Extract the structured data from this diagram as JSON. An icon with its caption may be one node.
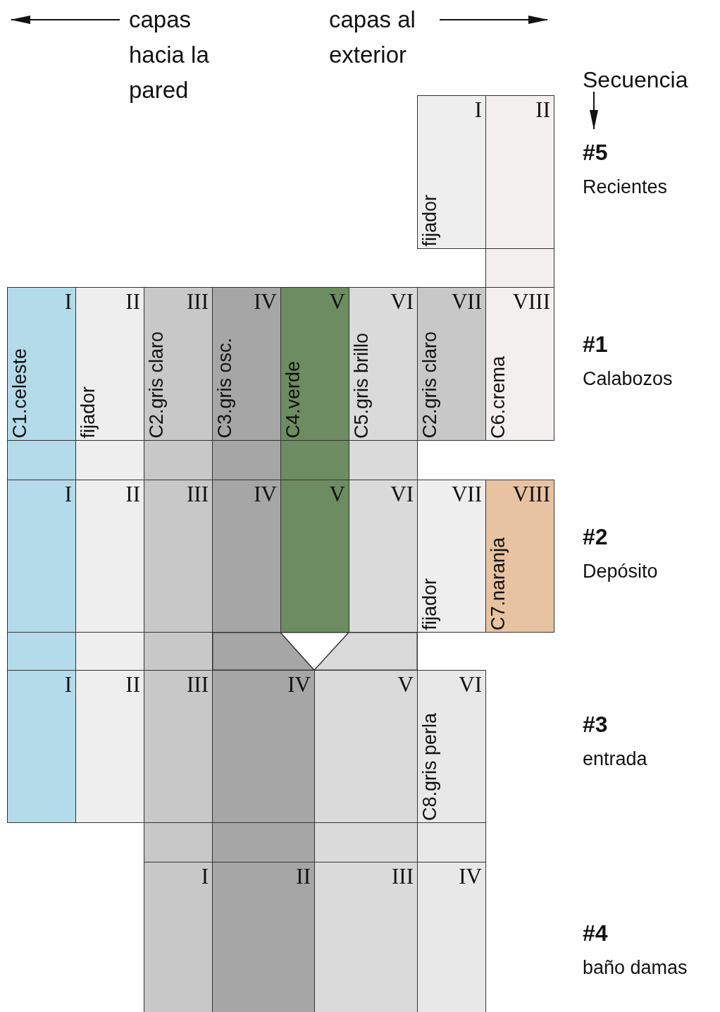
{
  "diagram": {
    "nodes": [
      {
        "text": [
          "I",
          "fijador"
        ]
      },
      {
        "text": [
          "II"
        ]
      },
      {
        "text": [],
        "shape": "box"
      },
      {
        "text": [
          "I",
          "C1.celeste"
        ]
      },
      {
        "text": [
          "II",
          "fijador"
        ]
      },
      {
        "text": [
          "III",
          "C2.gris claro"
        ]
      },
      {
        "text": [
          "IV",
          "C3.gris osc."
        ]
      },
      {
        "text": [
          "V",
          "C4.verde"
        ]
      },
      {
        "text": [
          "VI",
          "C5.gris brillo"
        ]
      },
      {
        "text": [
          "VII",
          "C2.gris claro"
        ]
      },
      {
        "text": [
          "VIII",
          "C6.crema"
        ]
      },
      {
        "text": [],
        "shape": "box"
      },
      {
        "text": [],
        "shape": "box"
      },
      {
        "text": [],
        "shape": "box"
      },
      {
        "text": [],
        "shape": "box"
      },
      {
        "text": [],
        "shape": "box"
      },
      {
        "text": [],
        "shape": "box"
      },
      {
        "text": [
          "I"
        ]
      },
      {
        "text": [
          "II"
        ]
      },
      {
        "text": [
          "III"
        ]
      },
      {
        "text": [
          "IV"
        ]
      },
      {
        "text": [
          "V"
        ]
      },
      {
        "text": [
          "VI"
        ]
      },
      {
        "text": [
          "VII",
          "fijador"
        ]
      },
      {
        "text": [
          "VIII",
          "C7.naranja"
        ]
      },
      {
        "text": [],
        "shape": "box"
      },
      {
        "text": [],
        "shape": "box"
      },
      {
        "text": [],
        "shape": "box"
      },
      {
        "text": [],
        "shape": "box"
      },
      {
        "text": [
          "I"
        ]
      },
      {
        "text": [
          "II"
        ]
      },
      {
        "text": [
          "III"
        ]
      },
      {
        "text": [
          "IV"
        ]
      },
      {
        "text": [
          "V"
        ]
      },
      {
        "text": [
          "VI",
          "C8.gris perla"
        ]
      },
      {
        "text": [],
        "shape": "box"
      },
      {
        "text": [],
        "shape": "box"
      },
      {
        "text": [],
        "shape": "box"
      },
      {
        "text": [],
        "shape": "box"
      },
      {
        "text": [
          "I"
        ]
      },
      {
        "text": [
          "II"
        ]
      },
      {
        "text": [
          "III"
        ]
      },
      {
        "text": [
          "IV"
        ]
      }
    ],
    "labels": [
      "capas hacia la pared",
      "capas al exterior",
      "Secuencia",
      "#5",
      "Recientes",
      "#1",
      "Calabozos",
      "#2",
      "Depósito",
      "#3",
      "entrada",
      "#4",
      "baño damas"
    ]
  }
}
